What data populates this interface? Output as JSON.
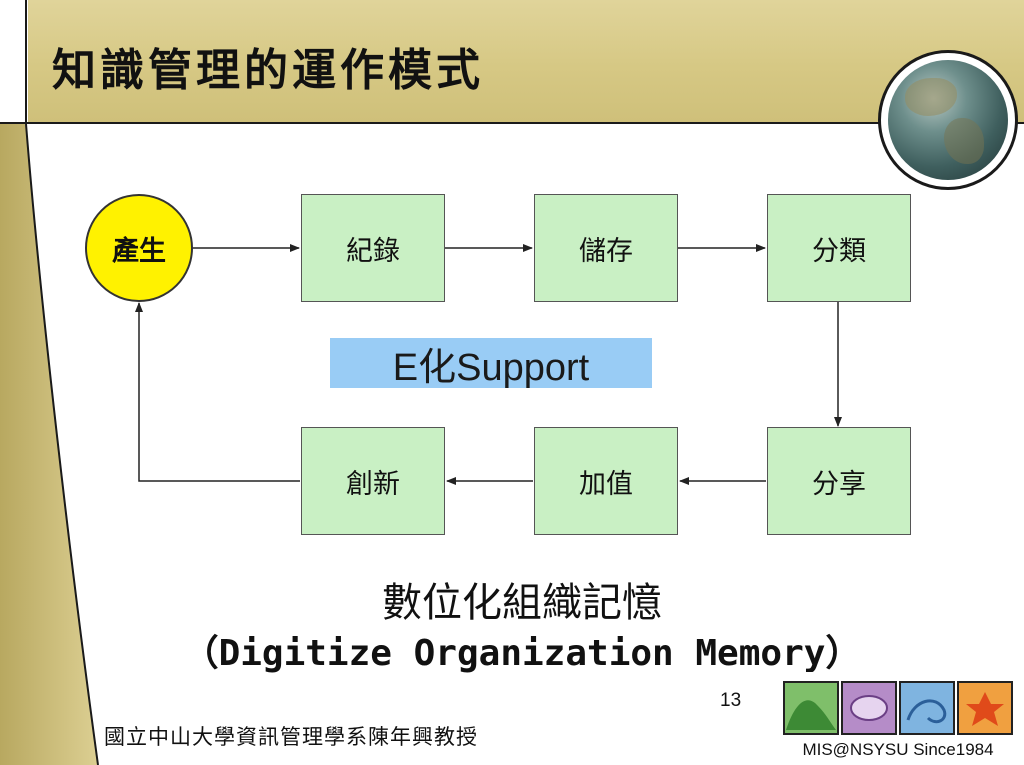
{
  "slide": {
    "title": "知識管理的運作模式",
    "page_number": "13",
    "footer_author": "國立中山大學資訊管理學系陳年興教授",
    "logo_caption": "MIS@NSYSU Since1984"
  },
  "diagram": {
    "start_node": "產生",
    "steps": {
      "record": "紀錄",
      "store": "儲存",
      "classify": "分類",
      "share": "分享",
      "add_value": "加值",
      "innovate": "創新"
    },
    "center_label": "E化Support"
  },
  "caption": {
    "chinese": "數位化組織記憶",
    "english": "（Digitize Organization Memory）"
  },
  "colors": {
    "title_band": "#d6c884",
    "start_node": "#fff200",
    "step_box": "#c9f0c4",
    "support_label": "#99ccf5"
  },
  "icons": [
    "globe-icon",
    "mis-logo-icon"
  ]
}
